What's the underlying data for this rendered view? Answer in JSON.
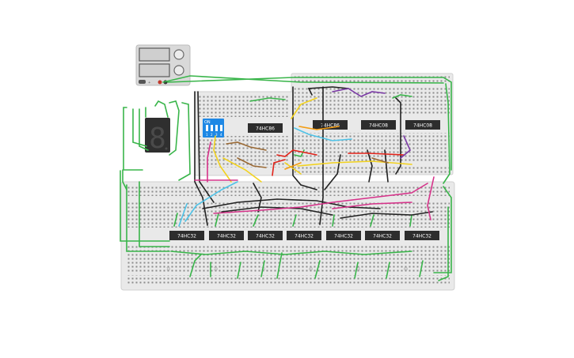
{
  "power_supply": {
    "indicator_label": "+"
  },
  "dip_switch": {
    "label": "ON",
    "switch_numbers": [
      "1",
      "2",
      "3",
      "4"
    ]
  },
  "seven_segment": {
    "digit": "8"
  },
  "chips_top": [
    "74HC86",
    "74HC86",
    "74HC08",
    "74HC08"
  ],
  "chips_bottom": [
    "74HC32",
    "74HC32",
    "74HC32",
    "74HC32",
    "74HC32",
    "74HC32",
    "74HC32"
  ],
  "breadboard_numbers": [
    "10",
    "20",
    "30",
    "40",
    "50",
    "60"
  ],
  "colors": {
    "board": "#e9e9e9",
    "chip": "#2d2d2d",
    "dip": "#1e88e5",
    "wire_green": "#39b54a",
    "wire_black": "#222222",
    "wire_yellow": "#f2d21e",
    "wire_red": "#e3241b",
    "wire_purple": "#7b3aa6",
    "wire_pink": "#d6338a",
    "wire_cyan": "#4fc3e8",
    "wire_brown": "#9b6a35",
    "wire_orange": "#f39c12"
  }
}
